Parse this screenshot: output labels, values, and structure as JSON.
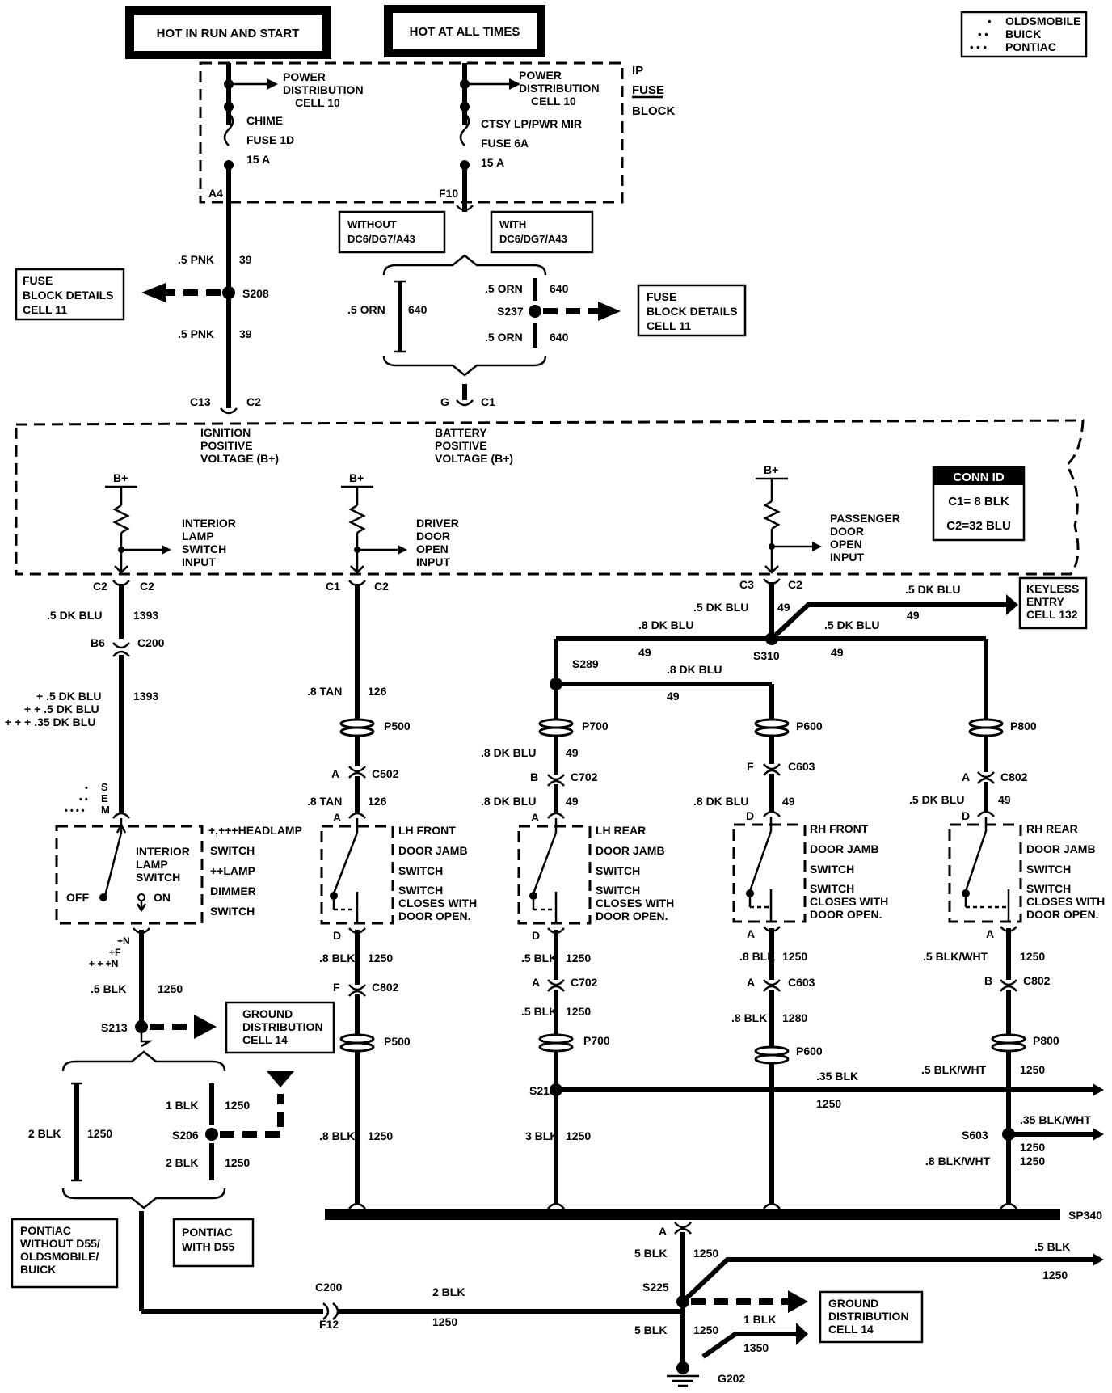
{
  "headers": {
    "hot_run_start": "HOT IN RUN AND START",
    "hot_all_times": "HOT AT ALL TIMES"
  },
  "legend": {
    "oldsmobile": "OLDSMOBILE",
    "buick": "BUICK",
    "pontiac": "PONTIAC"
  },
  "fuse_block": {
    "label_ip": "IP",
    "label_fuse": "FUSE",
    "label_block": "BLOCK",
    "pd1": "POWER",
    "pd2": "DISTRIBUTION",
    "pd3": "CELL 10",
    "chime1": "CHIME",
    "chime2": "FUSE 1D",
    "chime3": "15 A",
    "ctsy1": "CTSY LP/PWR MIR",
    "ctsy2": "FUSE 6A",
    "ctsy3": "15 A",
    "pin_a4": "A4",
    "pin_f10": "F10"
  },
  "options": {
    "without1": "WITHOUT",
    "without2": "DC6/DG7/A43",
    "with1": "WITH",
    "with2": "DC6/DG7/A43"
  },
  "fbd": {
    "l1": "FUSE",
    "l2": "BLOCK DETAILS",
    "l3": "CELL 11"
  },
  "gnd": {
    "l1": "GROUND",
    "l2": "DISTRIBUTION",
    "l3": "CELL 14"
  },
  "keyless": {
    "l1": "KEYLESS",
    "l2": "ENTRY",
    "l3": "CELL 132"
  },
  "module": {
    "conn_id": "CONN ID",
    "c1": "C1= 8 BLK",
    "c2": "C2=32 BLU",
    "bplus": "B+",
    "ign1": "IGNITION",
    "ign2": "POSITIVE",
    "ign3": "VOLTAGE (B+)",
    "bat1": "BATTERY",
    "bat2": "POSITIVE",
    "bat3": "VOLTAGE (B+)",
    "int1": "INTERIOR",
    "int2": "LAMP",
    "int3": "SWITCH",
    "int4": "INPUT",
    "drv1": "DRIVER",
    "drv2": "DOOR",
    "drv3": "OPEN",
    "drv4": "INPUT",
    "pas1": "PASSENGER",
    "pas2": "DOOR",
    "pas3": "OPEN",
    "pas4": "INPUT"
  },
  "switches": {
    "interior1": "INTERIOR",
    "interior2": "LAMP",
    "interior3": "SWITCH",
    "off": "OFF",
    "on": "ON",
    "hl1": "+,+++HEADLAMP",
    "hl2": "SWITCH",
    "hl3": "++LAMP",
    "hl4": "DIMMER",
    "hl5": "SWITCH",
    "lhf1": "LH FRONT",
    "lhr1": "LH REAR",
    "rhf1": "RH FRONT",
    "rhr1": "RH REAR",
    "jamb": "DOOR JAMB",
    "sw": "SWITCH",
    "cl1": "SWITCH",
    "cl2": "CLOSES WITH",
    "cl3": "DOOR OPEN."
  },
  "labels": {
    "w_5pnk": ".5 PNK",
    "n39": "39",
    "s208": "S208",
    "w_5orn": ".5 ORN",
    "n640": "640",
    "s237": "S237",
    "c13": "C13",
    "c2": "C2",
    "g": "G",
    "c1": "C1",
    "c3": "C3",
    "w_5dkblu": ".5 DK BLU",
    "n1393": "1393",
    "b6": "B6",
    "c200": "C200",
    "int_w1": "+ .5 DK BLU",
    "int_w2": "+ + .5 DK BLU",
    "int_w3": "+ + + .35 DK BLU",
    "sem_s": "S",
    "sem_e": "E",
    "sem_m": "M",
    "nfn_n": "+N",
    "nfn_f": "+F",
    "nfn_n2": "+ + +N",
    "w_5blk": ".5 BLK",
    "n1250": "1250",
    "s213": "S213",
    "w_1blk": "1 BLK",
    "w_2blk": "2 BLK",
    "s206": "S206",
    "pont_wo1": "PONTIAC",
    "pont_wo2": "WITHOUT D55/",
    "pont_wo3": "OLDSMOBILE/",
    "pont_wo4": "BUICK",
    "pont_w1": "PONTIAC",
    "pont_w2": "WITH D55",
    "f12": "F12",
    "n_2blk": "2 BLK",
    "w_8tan": ".8 TAN",
    "n126": "126",
    "p500": "P500",
    "a": "A",
    "c502": "C502",
    "d": "D",
    "w_8blk": ".8 BLK",
    "f": "F",
    "c802": "C802",
    "w_8dkblu": ".8 DK BLU",
    "n49": "49",
    "s310": "S310",
    "s289": "S289",
    "p700": "P700",
    "b": "B",
    "c702": "C702",
    "p600": "P600",
    "c603": "C603",
    "p800": "P800",
    "w_5blkwht": ".5 BLK/WHT",
    "w_35blk": ".35 BLK",
    "s218": "S218",
    "w_3blk": "3 BLK",
    "n1280": "1280",
    "w_35blkwht": ".35 BLK/WHT",
    "s603": "S603",
    "w_8blkwht": ".8 BLK/WHT",
    "sp340": "SP340",
    "w_5blk2": "5 BLK",
    "s225": "S225",
    "w_5blk_top": ".5 BLK",
    "n1350": "1350",
    "w_1blk2": "1 BLK",
    "g202": "G202"
  }
}
